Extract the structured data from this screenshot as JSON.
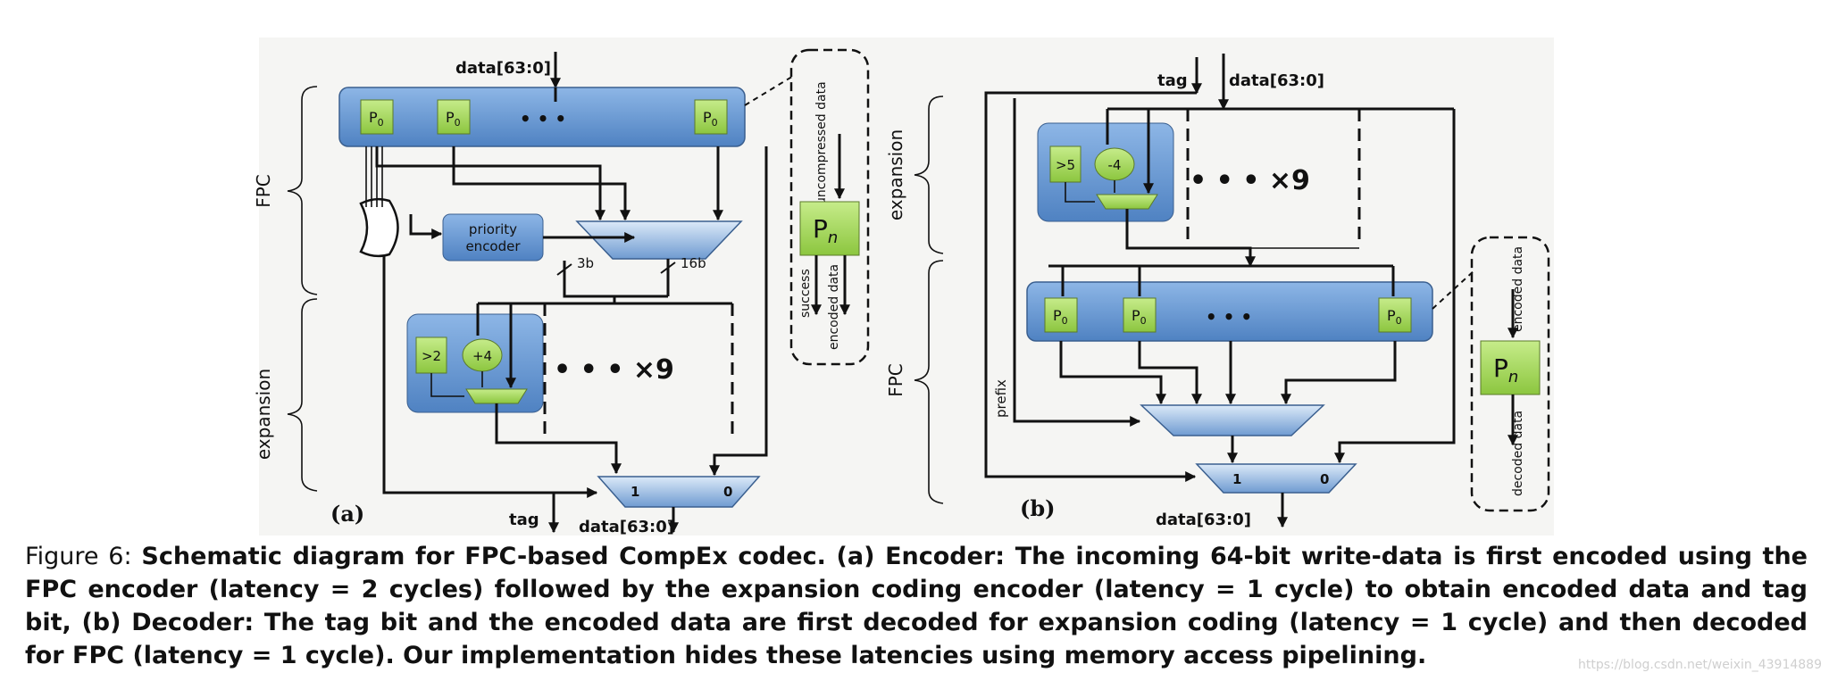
{
  "caption": {
    "figure_label": "Figure 6:",
    "text": "Schematic diagram for FPC-based CompEx codec. (a) Encoder: The incoming 64-bit write-data is first encoded using the FPC encoder (latency = 2 cycles) followed by the expansion coding encoder (latency = 1 cycle) to obtain encoded data and tag bit, (b) Decoder: The tag bit and the encoded data are first decoded for expansion coding (latency = 1 cycle) and then decoded for FPC (latency = 1 cycle). Our implementation hides these latencies using memory access pipelining."
  },
  "watermark": "https://blog.csdn.net/weixin_43914889",
  "encoder": {
    "panel_label": "(a)",
    "input_label": "data[63:0]",
    "stage_fpc": "FPC",
    "stage_expansion": "expansion",
    "p0": "P",
    "p0_sub": "0",
    "ellipsis": "• • •",
    "priority_encoder_line1": "priority",
    "priority_encoder_line2": "encoder",
    "bus_3b": "3b",
    "bus_16b": "16b",
    "cmp_label": ">2",
    "add_label": "+4",
    "repeat_label": "• • • ×9",
    "mux_in_1": "1",
    "mux_in_0": "0",
    "out_tag": "tag",
    "out_data": "data[63:0]",
    "detail_in": "uncompressed data",
    "detail_block": "P",
    "detail_block_sub": "n",
    "detail_success": "success",
    "detail_out": "encoded data"
  },
  "decoder": {
    "panel_label": "(b)",
    "input_tag": "tag",
    "input_data": "data[63:0]",
    "stage_expansion": "expansion",
    "stage_fpc": "FPC",
    "cmp_label": ">5",
    "sub_label": "-4",
    "repeat_label": "• • • ×9",
    "p0": "P",
    "p0_sub": "0",
    "ellipsis": "• • •",
    "prefix_label": "prefix",
    "mux_in_1": "1",
    "mux_in_0": "0",
    "out_data": "data[63:0]",
    "detail_in": "encoded data",
    "detail_block": "P",
    "detail_block_sub": "n",
    "detail_out": "decoded data"
  }
}
